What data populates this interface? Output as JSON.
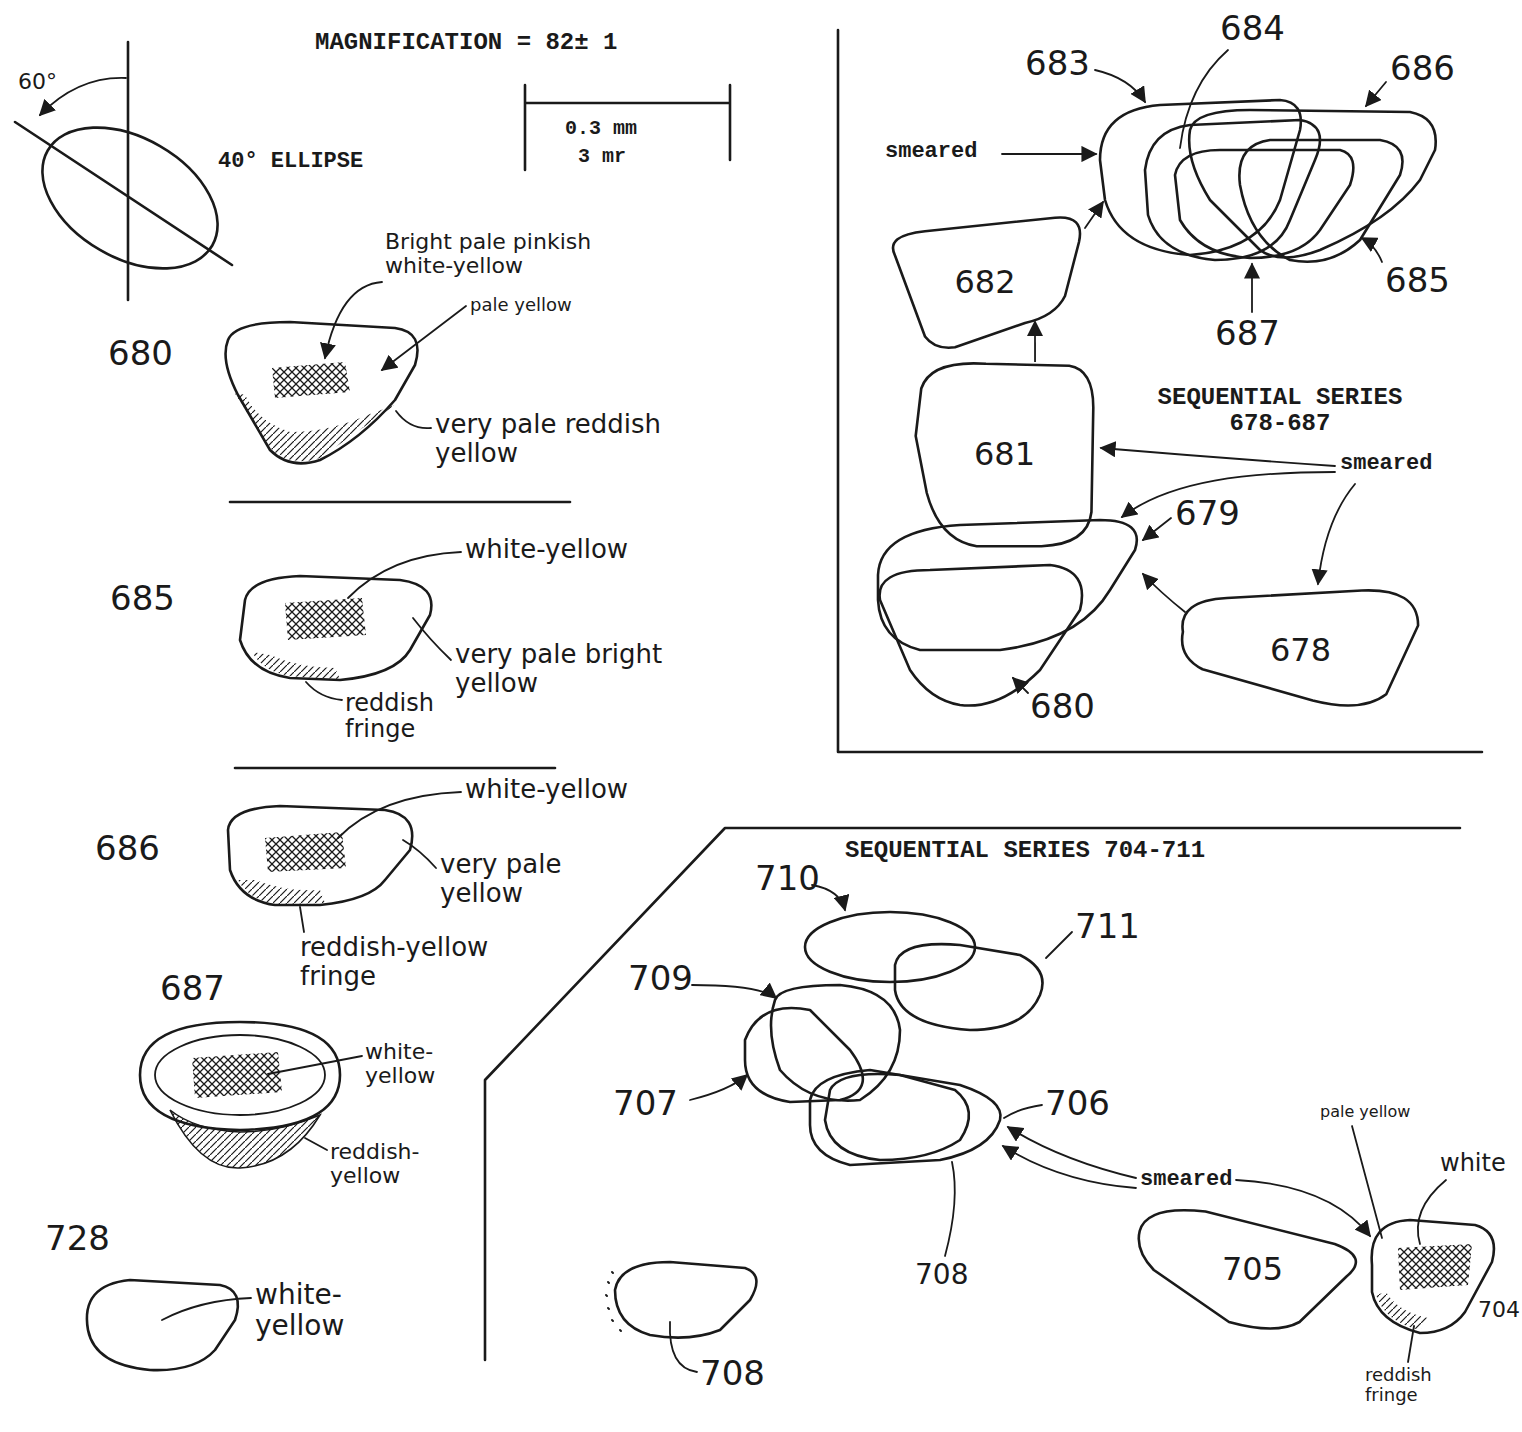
{
  "diagram": {
    "nodes": [
      {
        "text": [
          "682"
        ]
      },
      {
        "text": [
          "681"
        ]
      },
      {
        "text": [
          "678"
        ]
      },
      {
        "text": [
          "705"
        ]
      }
    ],
    "edges": [
      {
        "from": 1,
        "to": 0,
        "arrow": "to"
      }
    ],
    "labels": [
      "MAGNIFICATION = 82± 1",
      "0.3 mm",
      "3 mr",
      "60°",
      "40° ELLIPSE",
      "680",
      "Bright pale pinkish white-yellow",
      "pale yellow",
      "very pale reddish yellow",
      "685",
      "white-yellow",
      "very pale bright yellow",
      "reddish fringe",
      "686",
      "white-yellow",
      "very pale yellow",
      "reddish-yellow fringe",
      "687",
      "white-yellow",
      "reddish-yellow",
      "728",
      "white-yellow",
      "683",
      "684",
      "686",
      "smeared",
      "685",
      "687",
      "SEQUENTIAL SERIES 678-687",
      "smeared",
      "679",
      "680",
      "SEQUENTIAL SERIES 704-711",
      "710",
      "711",
      "709",
      "707",
      "706",
      "708",
      "smeared",
      "pale yellow",
      "white",
      "704",
      "reddish fringe",
      "708"
    ]
  }
}
